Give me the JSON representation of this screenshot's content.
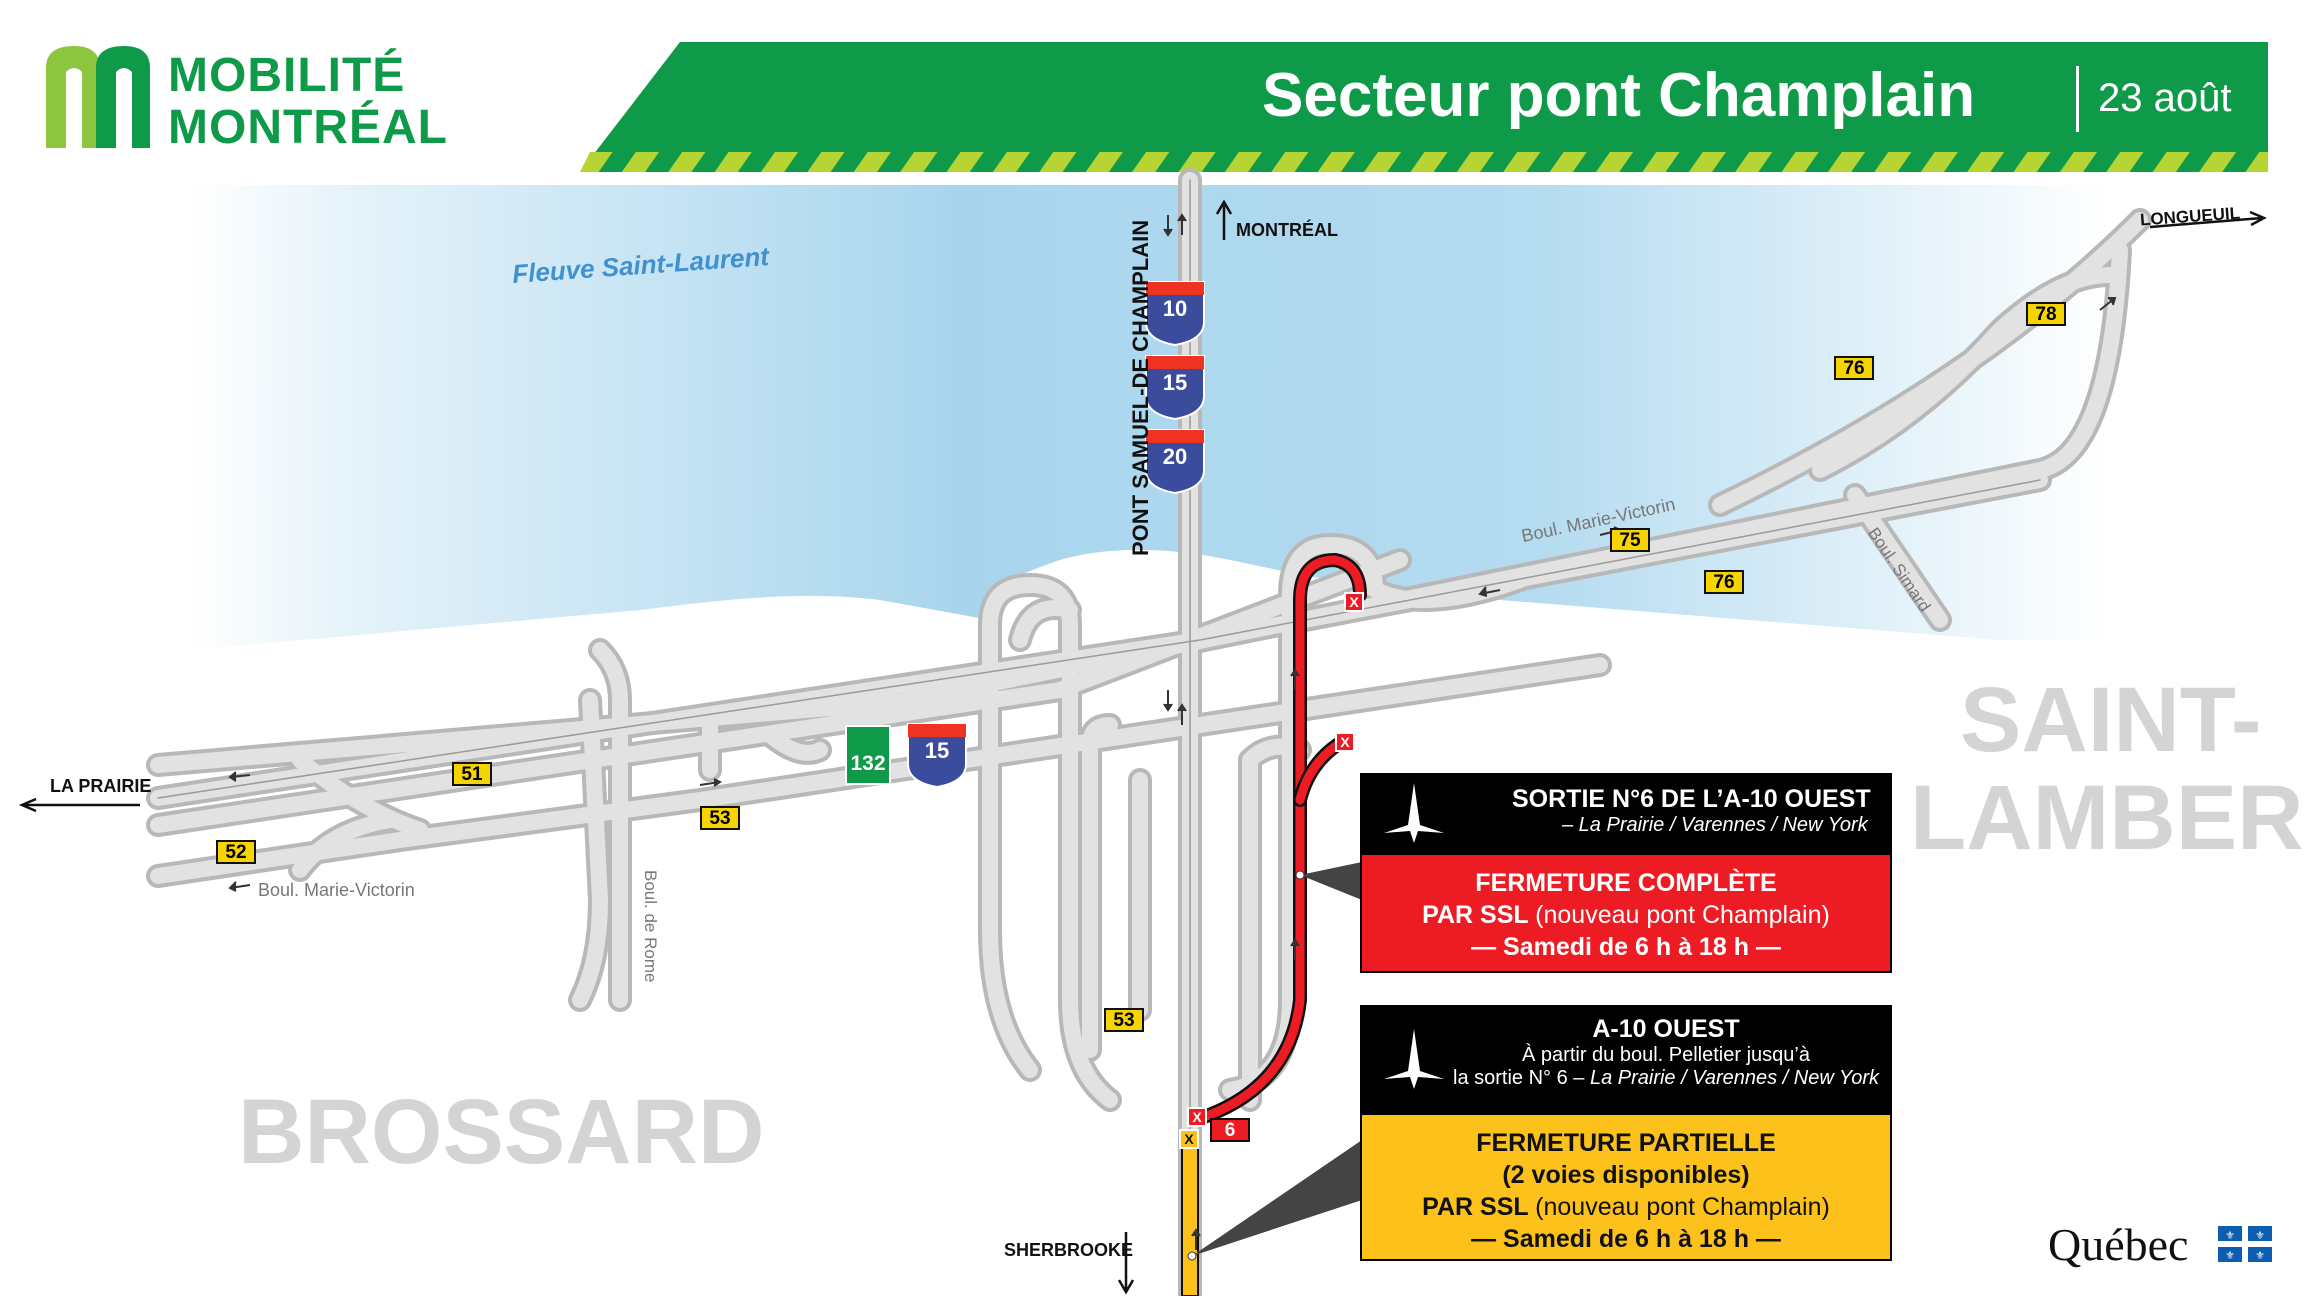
{
  "header": {
    "brand_line1": "MOBILITÉ",
    "brand_line2": "MONTRÉAL",
    "title": "Secteur pont Champlain",
    "date": "23 août"
  },
  "map": {
    "water_label": "Fleuve Saint-Laurent",
    "bridge_label": "PONT SAMUEL-DE CHAMPLAIN",
    "dir_montreal": "MONTRÉAL",
    "dir_longueuil": "LONGUEUIL",
    "dir_laprairie": "LA PRAIRIE",
    "dir_sherbrooke": "SHERBROOKE",
    "city_saint_lambert_1": "SAINT-",
    "city_saint_lambert_2": "LAMBERT",
    "city_brossard": "BROSSARD",
    "street_marie_victorin_top": "Boul. Marie-Victorin",
    "street_marie_victorin_bottom": "Boul. Marie-Victorin",
    "street_simard": "Boul. Simard",
    "street_de_rome": "Boul. de Rome",
    "shields": {
      "i10": "10",
      "i15": "15",
      "i20": "20",
      "i15b": "15",
      "r132": "132"
    },
    "exits": [
      "51",
      "52",
      "53",
      "53",
      "75",
      "76",
      "76",
      "78",
      "6"
    ]
  },
  "notice1": {
    "title": "SORTIE N°6 DE L’A-10 OUEST",
    "subtitle": "– La Prairie / Varennes / New York",
    "status": "FERMETURE COMPLÈTE",
    "line2_bold": "PAR SSL",
    "line2_rest": "(nouveau pont Champlain)",
    "schedule": "— Samedi de 6 h à 18 h —"
  },
  "notice2": {
    "title": "A-10 OUEST",
    "subtitle1": "À partir du boul. Pelletier jusqu’à",
    "subtitle2_plain": "la sortie N° 6 –",
    "subtitle2_italic": "La Prairie / Varennes / New York",
    "status": "FERMETURE PARTIELLE",
    "lanes": "(2 voies disponibles)",
    "line3_bold": "PAR SSL",
    "line3_rest": "(nouveau pont Champlain)",
    "schedule": "— Samedi de 6 h à 18 h —"
  },
  "footer": {
    "logo": "Québec"
  },
  "colors": {
    "green": "#0e9a48",
    "lime": "#b6d433",
    "water": "#a9d6ee",
    "road": "#d2d2d2",
    "closed_full": "#ed1c24",
    "closed_partial": "#fcc21b",
    "shield_blue": "#3c4c9c"
  }
}
